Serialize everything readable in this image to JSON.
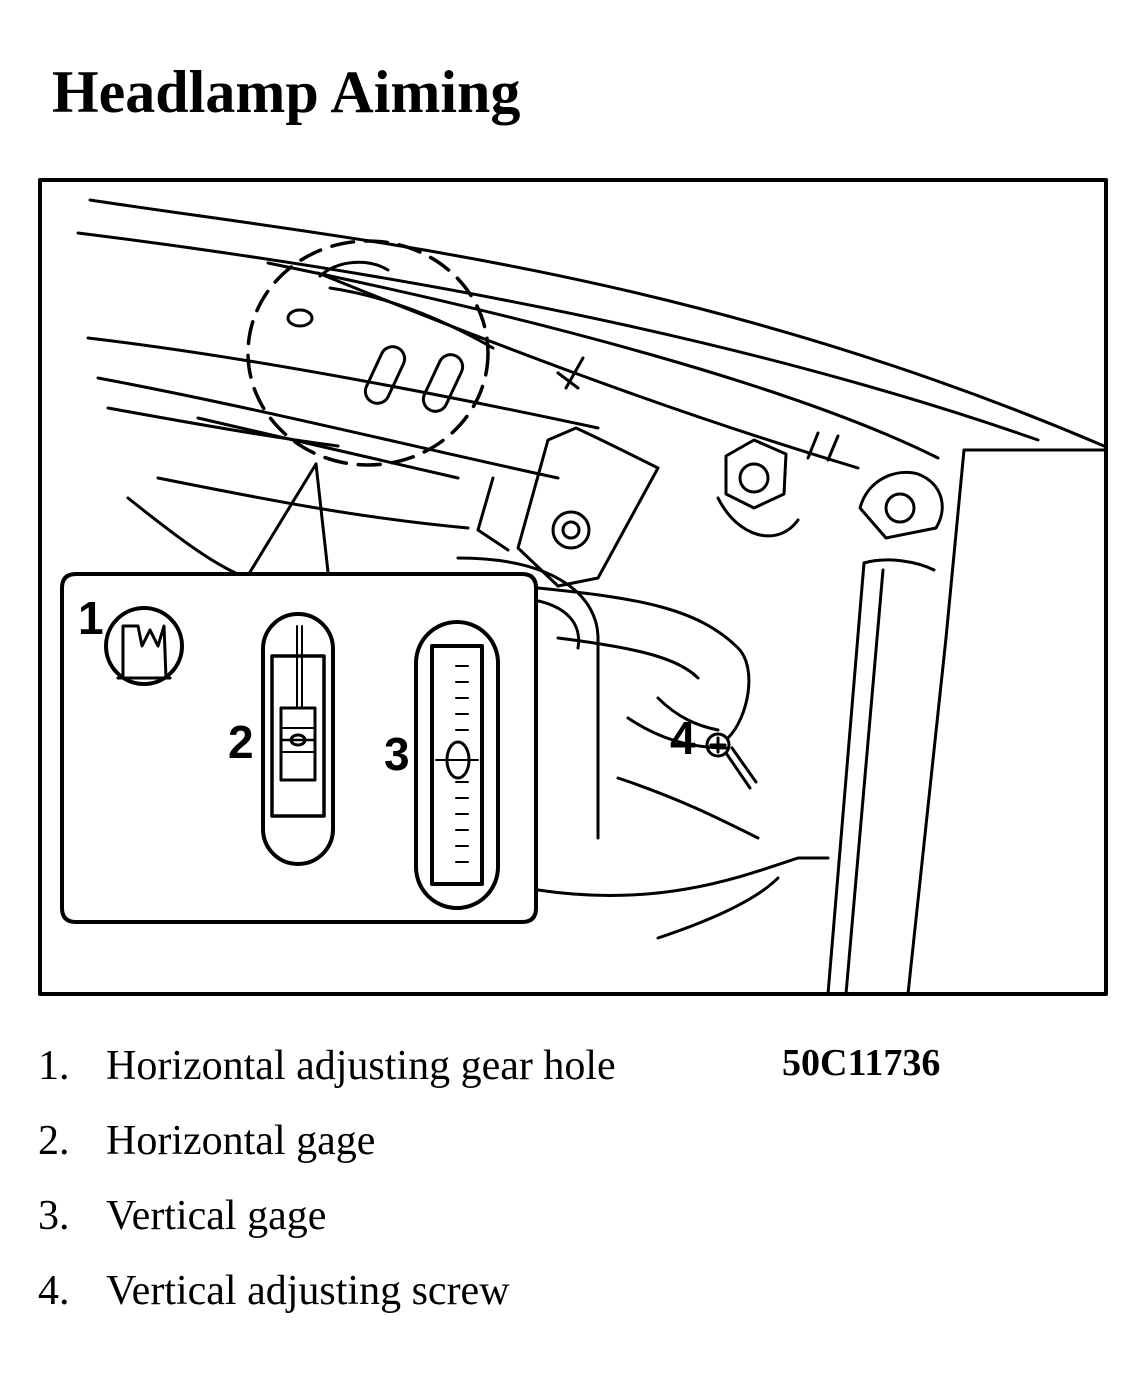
{
  "title": "Headlamp Aiming",
  "figure_code": "50C11736",
  "callouts": [
    "1",
    "2",
    "3",
    "4"
  ],
  "legend": [
    {
      "num": "1.",
      "text": "Horizontal adjusting gear hole"
    },
    {
      "num": "2.",
      "text": "Horizontal gage"
    },
    {
      "num": "3.",
      "text": "Vertical gage"
    },
    {
      "num": "4.",
      "text": "Vertical adjusting screw"
    }
  ],
  "colors": {
    "ink": "#000000",
    "paper": "#ffffff"
  }
}
